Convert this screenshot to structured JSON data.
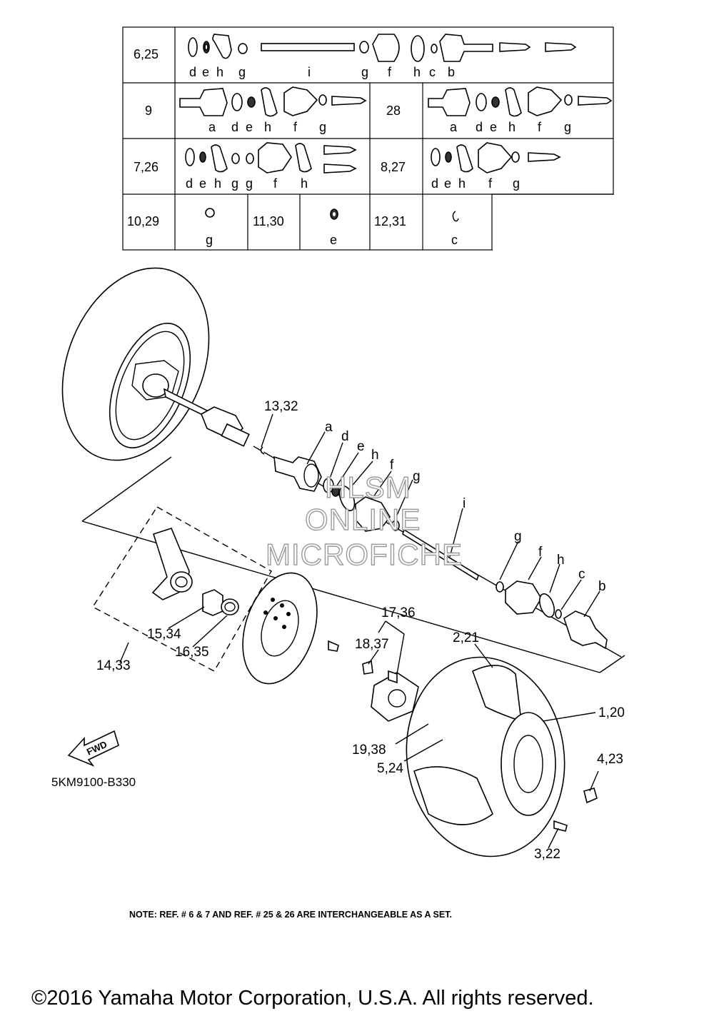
{
  "table": {
    "rows": [
      {
        "ref": "6,25",
        "letters": [
          "d",
          "e",
          "h",
          "g",
          "i",
          "g",
          "f",
          "h",
          "c",
          "b"
        ]
      },
      {
        "ref_left": "9",
        "letters_left": [
          "a",
          "d",
          "e",
          "h",
          "f",
          "g"
        ],
        "ref_right": "28",
        "letters_right": [
          "a",
          "d",
          "e",
          "h",
          "f",
          "g"
        ]
      },
      {
        "ref_left": "7,26",
        "letters_left": [
          "d",
          "e",
          "h",
          "g",
          "g",
          "f",
          "h"
        ],
        "ref_right": "8,27",
        "letters_right": [
          "d",
          "e",
          "h",
          "f",
          "g"
        ]
      },
      {
        "cells": [
          {
            "ref": "10,29",
            "letter": "g"
          },
          {
            "ref": "11,30",
            "letter": "e"
          },
          {
            "ref": "12,31",
            "letter": "c"
          }
        ]
      }
    ]
  },
  "callouts": {
    "c13_32": "13,32",
    "a": "a",
    "d": "d",
    "e": "e",
    "h": "h",
    "f": "f",
    "g": "g",
    "i": "i",
    "g2": "g",
    "f2": "f",
    "h2": "h",
    "c": "c",
    "b": "b",
    "c17_36": "17,36",
    "c18_37": "18,37",
    "c2_21": "2,21",
    "c1_20": "1,20",
    "c4_23": "4,23",
    "c3_22": "3,22",
    "c19_38": "19,38",
    "c5_24": "5,24",
    "c15_34": "15,34",
    "c16_35": "16,35",
    "c14_33": "14,33"
  },
  "fwd_label": "FWD",
  "diagram_code": "5KM9100-B330",
  "watermark": [
    "HLSM",
    "ONLINE",
    "MICROFICHE"
  ],
  "note": "NOTE: REF. # 6 & 7 AND REF. # 25 & 26 ARE INTERCHANGEABLE AS A SET.",
  "copyright": "©2016 Yamaha Motor Corporation, U.S.A. All rights reserved."
}
